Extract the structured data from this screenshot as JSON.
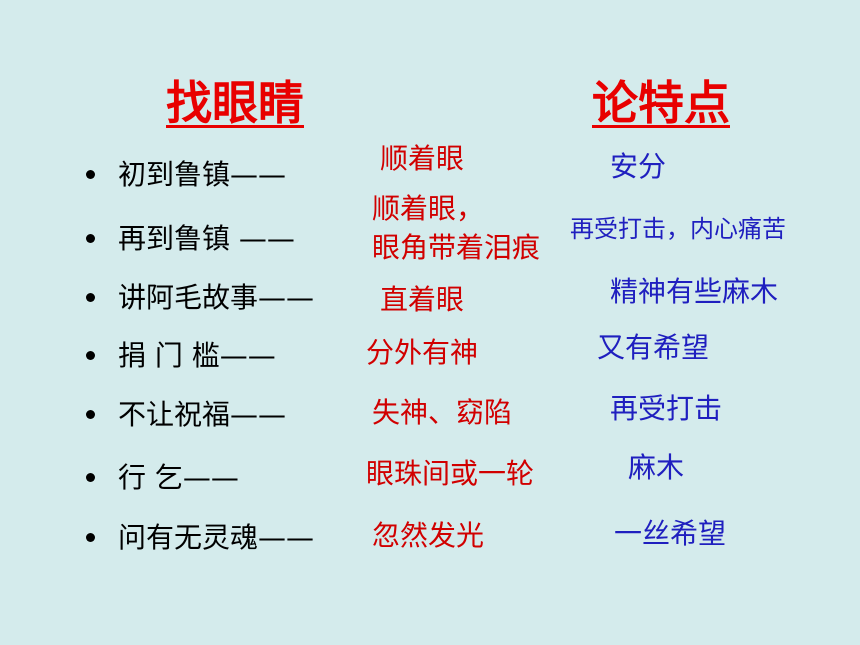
{
  "headings": {
    "left": "找眼睛",
    "right": "论特点"
  },
  "rows": [
    {
      "label": "初到鲁镇——",
      "eye": "顺着眼",
      "trait": "安分"
    },
    {
      "label": " 再到鲁镇 ——",
      "eye_line1": "顺着眼，",
      "eye_line2": "眼角带着泪痕",
      "trait": "再受打击，内心痛苦"
    },
    {
      "label": "讲阿毛故事——",
      "eye": "直着眼",
      "trait": "精神有些麻木"
    },
    {
      "label": "捐  门  槛——",
      "eye": "分外有神",
      "trait": "又有希望"
    },
    {
      "label": "不让祝福——",
      "eye": "失神、窈陷",
      "trait": "再受打击"
    },
    {
      "label": "行        乞——",
      "eye": "眼珠间或一轮",
      "trait": "麻木"
    },
    {
      "label": "问有无灵魂——",
      "eye": "忽然发光",
      "trait": "一丝希望"
    }
  ],
  "colors": {
    "background": "#d4ebec",
    "heading": "#e80000",
    "eye": "#d10000",
    "trait": "#1f1fbf"
  }
}
